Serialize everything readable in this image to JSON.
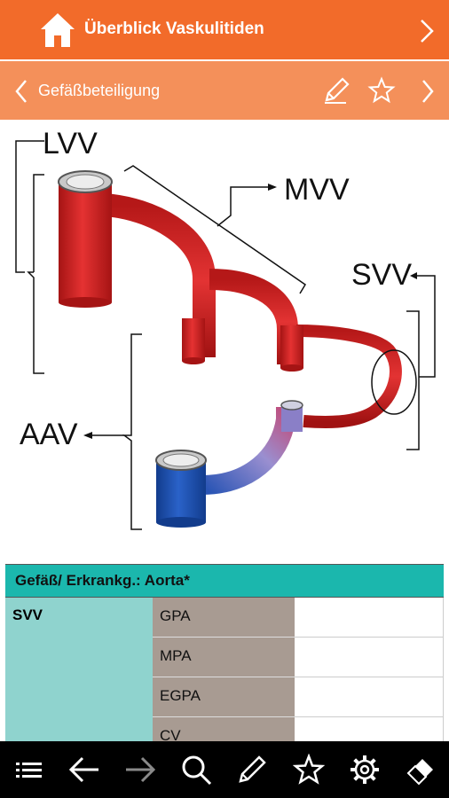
{
  "header": {
    "title": "Überblick Vaskulitiden"
  },
  "subheader": {
    "title": "Gefäßbeteiligung"
  },
  "diagram": {
    "labels": {
      "lvv": "LVV",
      "mvv": "MVV",
      "svv": "SVV",
      "aav": "AAV"
    },
    "colors": {
      "artery": "#d12a2a",
      "vein": "#1c4da8"
    }
  },
  "table": {
    "header": "Gefäß/ Erkrankg.: Aorta*",
    "group": "SVV",
    "rows": [
      "GPA",
      "MPA",
      "EGPA",
      "CV"
    ]
  },
  "toolbar": {
    "icons": [
      "list-icon",
      "back-arrow-icon",
      "forward-arrow-icon",
      "search-icon",
      "pencil-icon",
      "star-icon",
      "gear-icon",
      "eraser-icon"
    ]
  }
}
